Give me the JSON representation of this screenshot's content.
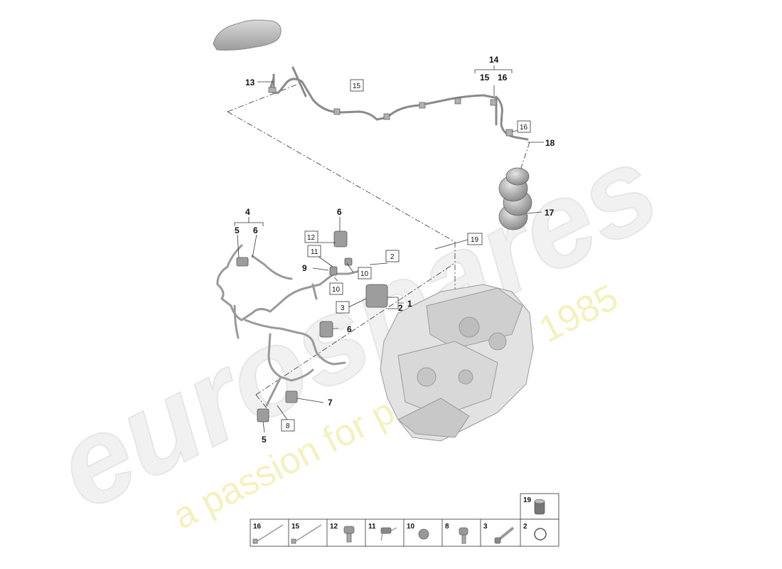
{
  "watermark": {
    "brand": "eurospares",
    "tagline": "a passion for parts since 1985"
  },
  "callouts": {
    "c1": "1",
    "c2": "2",
    "c4": "4",
    "c5a": "5",
    "c6a": "6",
    "c6b": "6",
    "c6c": "6",
    "c7": "7",
    "c9": "9",
    "c13": "13",
    "c14": "14",
    "c15b": "15",
    "c16b": "16",
    "c17": "17",
    "c18": "18",
    "c5b": "5"
  },
  "boxed": {
    "b15": "15",
    "b16": "16",
    "b12": "12",
    "b11": "11",
    "b10a": "10",
    "b10b": "10",
    "b2": "2",
    "b3": "3",
    "b19": "19",
    "b8": "8"
  },
  "legend": {
    "top": "19",
    "cells": [
      "16",
      "15",
      "12",
      "11",
      "10",
      "8",
      "3",
      "2"
    ]
  },
  "colors": {
    "line": "#333333",
    "part": "#9a9a9a",
    "engine": "#d6d6d6",
    "watermark": "#efefef",
    "watermark_tagline": "#f6f3c2"
  }
}
